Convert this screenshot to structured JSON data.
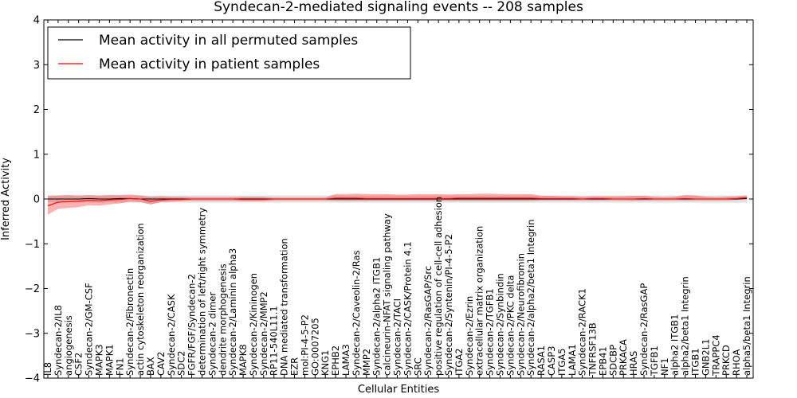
{
  "chart_data": {
    "type": "line",
    "title": "Syndecan-2-mediated signaling events -- 208 samples",
    "xlabel": "Cellular Entities",
    "ylabel": "Inferred Activity",
    "ylim": [
      -4,
      4
    ],
    "yticks": [
      -4,
      -3,
      -2,
      -1,
      0,
      1,
      2,
      3,
      4
    ],
    "legend_position": "top-left",
    "categories": [
      "IL8",
      "Syndecan-2/IL8",
      "angiogenesis",
      "CSF2",
      "Syndecan-2/GM-CSF",
      "MAPK3",
      "MAPK1",
      "FN1",
      "Syndecan-2/Fibronectin",
      "actin cytoskeleton reorganization",
      "BAX",
      "CAV2",
      "Syndecan-2/CASK",
      "SDC2",
      "FGFR/FGF/Syndecan-2",
      "determination of left/right symmetry",
      "Syndecan-2 dimer",
      "dendrite morphogenesis",
      "Syndecan-2/Laminin alpha3",
      "MAPK8",
      "Syndecan-2/Kininogen",
      "Syndecan-2/MMP2",
      "RP11-540L11.1",
      "DNA mediated transformation",
      "EZR",
      "mol:PI-4-5-P2",
      "GO:0007205",
      "KNG1",
      "EPHB2",
      "LAMA3",
      "Syndecan-2/Caveolin-2/Ras",
      "MMP2",
      "Syndecan-2/alpha2 ITGB1",
      "calcineurin-NFAT signaling pathway",
      "Syndecan-2/TACI",
      "Syndecan-2/CASK/Protein 4.1",
      "SRC",
      "Syndecan-2/RasGAP/Src",
      "positive regulation of cell-cell adhesion",
      "Syndecan-2/Syntenin/PI-4-5-P2",
      "ITGA2",
      "Syndecan-2/Ezrin",
      "extracellular matrix organization",
      "Syndecan-2/TGFB1",
      "Syndecan-2/Synbindin",
      "Syndecan-2/PKC delta",
      "Syndecan-2/Neurofibromin",
      "Syndecan-2/alpha2/beta1 Integrin",
      "RASA1",
      "CASP3",
      "ITGA5",
      "LAMA1",
      "Syndecan-2/RACK1",
      "TNFRSF13B",
      "EPB41",
      "SDCBP",
      "PRKACA",
      "HRAS",
      "Syndecan-2/RasGAP",
      "TGFB1",
      "NF1",
      "alpha2 ITGB1",
      "alpha2/beta1 Integrin",
      "ITGB1",
      "GNB2L1",
      "TRAPPC4",
      "PRKCD",
      "RHOA",
      "alpha5/beta1 Integrin"
    ],
    "series": [
      {
        "name": "Mean activity in all permuted samples",
        "color": "#000000",
        "values": [
          0.0,
          0.0,
          0.0,
          0.0,
          0.01,
          0.0,
          0.0,
          0.01,
          0.01,
          0.0,
          0.0,
          0.0,
          0.0,
          0.0,
          0.0,
          0.0,
          0.0,
          0.0,
          0.0,
          0.0,
          0.0,
          0.0,
          0.0,
          0.0,
          0.0,
          0.0,
          0.0,
          0.0,
          0.0,
          0.0,
          0.0,
          0.0,
          0.0,
          0.0,
          0.0,
          0.0,
          0.0,
          0.0,
          0.0,
          0.0,
          0.0,
          0.0,
          0.0,
          0.0,
          0.0,
          0.0,
          0.0,
          0.0,
          0.0,
          0.0,
          0.0,
          0.0,
          0.0,
          0.0,
          0.0,
          0.0,
          0.0,
          0.0,
          0.0,
          0.0,
          0.0,
          0.0,
          0.0,
          0.0,
          0.0,
          0.0,
          0.0,
          0.0,
          0.01
        ],
        "band_low": [
          -0.08,
          -0.08,
          -0.08,
          -0.08,
          -0.08,
          -0.08,
          -0.08,
          -0.08,
          -0.08,
          -0.08,
          -0.12,
          -0.08,
          -0.08,
          -0.08,
          -0.08,
          -0.08,
          -0.08,
          -0.08,
          -0.08,
          -0.08,
          -0.08,
          -0.08,
          -0.08,
          -0.08,
          -0.08,
          -0.08,
          -0.08,
          -0.08,
          -0.08,
          -0.08,
          -0.08,
          -0.08,
          -0.08,
          -0.08,
          -0.08,
          -0.08,
          -0.08,
          -0.08,
          -0.08,
          -0.08,
          -0.08,
          -0.08,
          -0.08,
          -0.08,
          -0.08,
          -0.08,
          -0.08,
          -0.08,
          -0.08,
          -0.08,
          -0.08,
          -0.08,
          -0.08,
          -0.08,
          -0.08,
          -0.08,
          -0.08,
          -0.08,
          -0.08,
          -0.08,
          -0.08,
          -0.08,
          -0.08,
          -0.08,
          -0.08,
          -0.08,
          -0.08,
          -0.08,
          -0.08
        ],
        "band_high": [
          0.08,
          0.08,
          0.08,
          0.08,
          0.08,
          0.08,
          0.08,
          0.08,
          0.08,
          0.08,
          0.08,
          0.08,
          0.08,
          0.08,
          0.08,
          0.08,
          0.08,
          0.08,
          0.08,
          0.08,
          0.08,
          0.08,
          0.08,
          0.08,
          0.08,
          0.08,
          0.08,
          0.08,
          0.08,
          0.08,
          0.08,
          0.08,
          0.08,
          0.08,
          0.08,
          0.08,
          0.08,
          0.08,
          0.08,
          0.08,
          0.08,
          0.08,
          0.08,
          0.08,
          0.08,
          0.08,
          0.08,
          0.08,
          0.08,
          0.08,
          0.08,
          0.08,
          0.08,
          0.08,
          0.08,
          0.08,
          0.08,
          0.08,
          0.08,
          0.08,
          0.08,
          0.08,
          0.08,
          0.08,
          0.08,
          0.08,
          0.08,
          0.08,
          0.08
        ]
      },
      {
        "name": "Mean activity in patient samples",
        "color": "#ff0000",
        "values": [
          -0.15,
          -0.07,
          -0.06,
          -0.05,
          -0.03,
          -0.04,
          -0.02,
          -0.01,
          0.01,
          0.0,
          -0.05,
          -0.02,
          -0.01,
          -0.01,
          0.0,
          0.0,
          0.0,
          0.0,
          0.0,
          -0.01,
          -0.01,
          -0.01,
          0.0,
          0.0,
          0.0,
          0.0,
          0.0,
          0.0,
          0.02,
          0.02,
          0.02,
          0.01,
          0.01,
          0.01,
          0.01,
          0.01,
          0.01,
          0.01,
          0.01,
          0.01,
          0.02,
          0.02,
          0.02,
          0.02,
          0.02,
          0.02,
          0.02,
          0.02,
          0.01,
          0.01,
          0.01,
          0.01,
          0.0,
          0.01,
          0.01,
          0.0,
          0.0,
          0.0,
          0.01,
          0.0,
          0.0,
          0.0,
          0.01,
          0.0,
          0.0,
          0.0,
          0.0,
          0.01,
          0.03
        ],
        "band_low": [
          -0.35,
          -0.22,
          -0.2,
          -0.18,
          -0.14,
          -0.15,
          -0.12,
          -0.1,
          -0.06,
          -0.07,
          -0.12,
          -0.07,
          -0.06,
          -0.05,
          -0.04,
          -0.04,
          -0.04,
          -0.04,
          -0.04,
          -0.05,
          -0.05,
          -0.05,
          -0.03,
          -0.03,
          -0.03,
          -0.03,
          -0.03,
          -0.03,
          -0.04,
          -0.04,
          -0.04,
          -0.04,
          -0.04,
          -0.04,
          -0.04,
          -0.04,
          -0.04,
          -0.04,
          -0.04,
          -0.04,
          -0.04,
          -0.04,
          -0.04,
          -0.04,
          -0.04,
          -0.04,
          -0.04,
          -0.04,
          -0.03,
          -0.03,
          -0.03,
          -0.03,
          -0.03,
          -0.03,
          -0.03,
          -0.03,
          -0.03,
          -0.04,
          -0.03,
          -0.03,
          -0.03,
          -0.03,
          -0.03,
          -0.03,
          -0.03,
          -0.03,
          -0.03,
          -0.02,
          -0.01
        ],
        "band_high": [
          0.07,
          0.08,
          0.09,
          0.08,
          0.09,
          0.08,
          0.09,
          0.09,
          0.1,
          0.08,
          0.05,
          0.06,
          0.05,
          0.05,
          0.04,
          0.04,
          0.04,
          0.04,
          0.04,
          0.05,
          0.05,
          0.05,
          0.03,
          0.03,
          0.03,
          0.03,
          0.03,
          0.03,
          0.11,
          0.11,
          0.12,
          0.11,
          0.11,
          0.11,
          0.1,
          0.1,
          0.11,
          0.11,
          0.11,
          0.1,
          0.11,
          0.11,
          0.12,
          0.12,
          0.11,
          0.11,
          0.11,
          0.11,
          0.07,
          0.07,
          0.06,
          0.06,
          0.05,
          0.06,
          0.06,
          0.06,
          0.06,
          0.07,
          0.07,
          0.05,
          0.04,
          0.05,
          0.09,
          0.08,
          0.05,
          0.04,
          0.05,
          0.06,
          0.08
        ]
      }
    ]
  }
}
